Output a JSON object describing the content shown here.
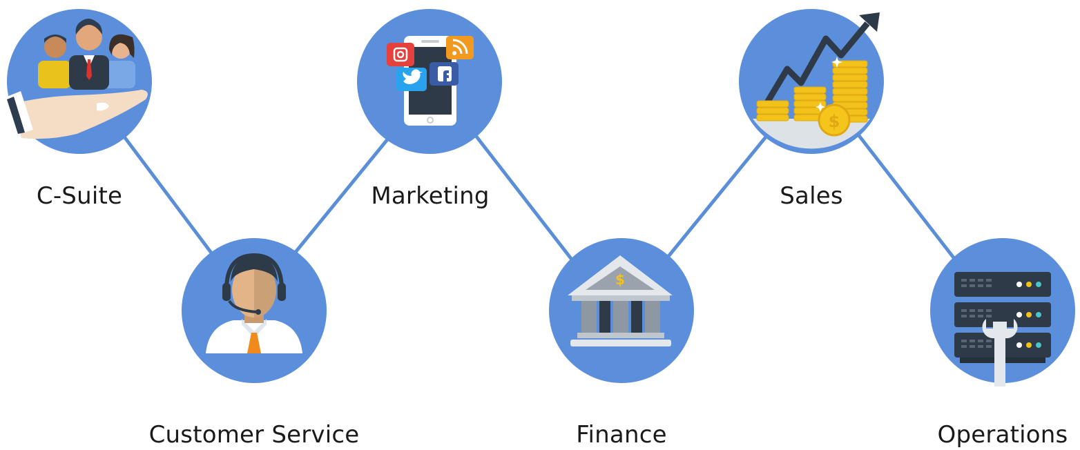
{
  "nodes": [
    {
      "label": "C-Suite",
      "icon": "executives-in-hand-icon"
    },
    {
      "label": "Customer Service",
      "icon": "headset-agent-icon"
    },
    {
      "label": "Marketing",
      "icon": "social-media-phone-icon"
    },
    {
      "label": "Finance",
      "icon": "bank-building-icon"
    },
    {
      "label": "Sales",
      "icon": "growth-coins-chart-icon"
    },
    {
      "label": "Operations",
      "icon": "server-wrench-icon"
    }
  ],
  "colors": {
    "circle": "#5b8fdc",
    "connector": "#5a8fd8",
    "text": "#1a1a1a"
  }
}
